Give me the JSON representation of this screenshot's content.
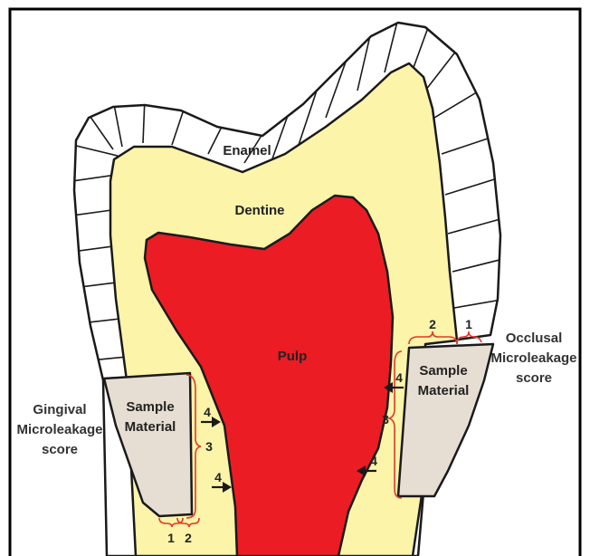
{
  "colors": {
    "enamel": "#ffffff",
    "dentine": "#fbf4a9",
    "pulp": "#ec1c24",
    "sample": "#e6ded3",
    "bracket": "#e8372a",
    "outline": "#1a1a1a",
    "frame": "#000000"
  },
  "labels": {
    "enamel": "Enamel",
    "dentine": "Dentine",
    "pulp": "Pulp"
  },
  "left_sample": {
    "line1": "Sample",
    "line2": "Material"
  },
  "right_sample": {
    "line1": "Sample",
    "line2": "Material"
  },
  "gingival": {
    "line1": "Gingival",
    "line2": "Microleakage",
    "line3": "score"
  },
  "occlusal": {
    "line1": "Occlusal",
    "line2": "Microleakage",
    "line3": "score"
  },
  "scores": {
    "left_bottom_1": "1",
    "left_bottom_2": "2",
    "left_side_3": "3",
    "left_arrow_upper_4": "4",
    "left_arrow_lower_4": "4",
    "right_top_2": "2",
    "right_top_1": "1",
    "right_side_3": "3",
    "right_arrow_upper_4": "4",
    "right_arrow_lower_4": "4"
  }
}
